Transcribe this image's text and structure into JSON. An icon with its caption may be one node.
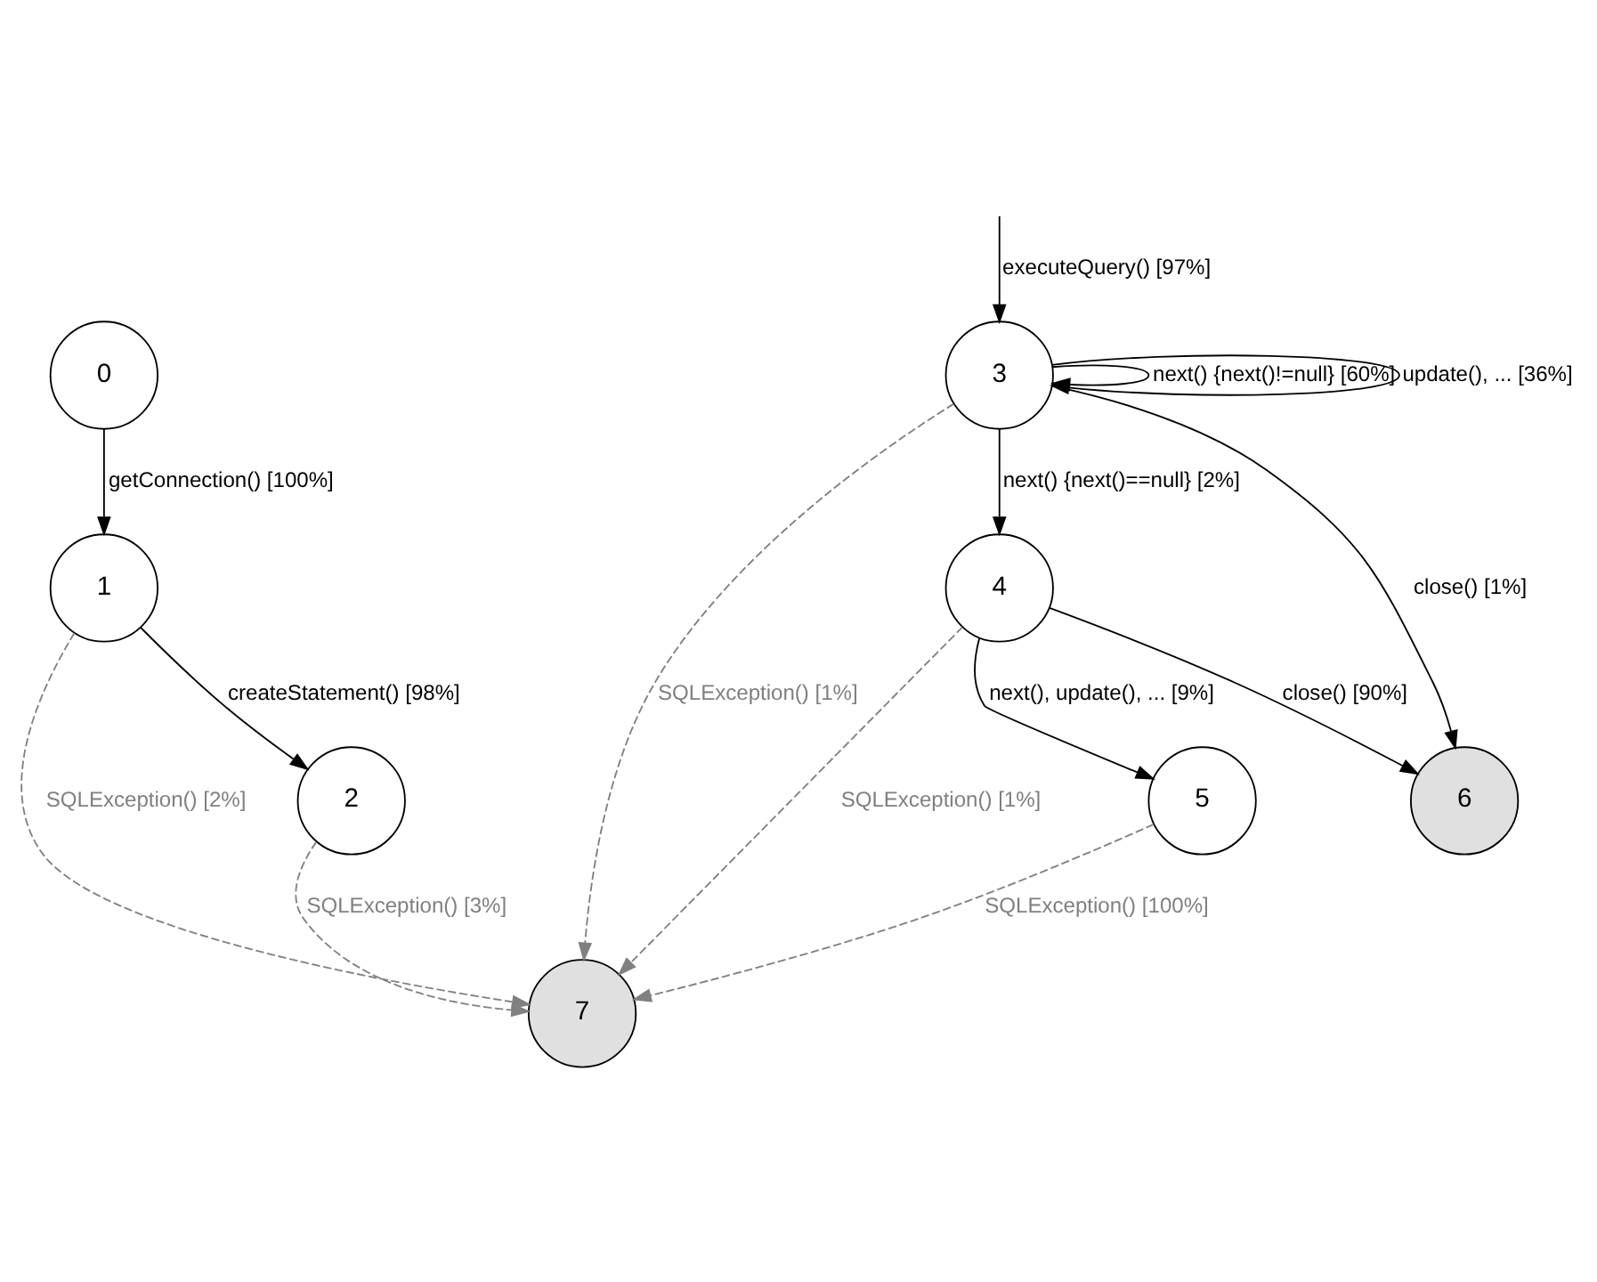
{
  "diagram": {
    "nodes": [
      {
        "text": [
          "0"
        ]
      },
      {
        "text": [
          "1"
        ]
      },
      {
        "text": [
          "2"
        ]
      },
      {
        "text": [
          "3"
        ]
      },
      {
        "text": [
          "4"
        ]
      },
      {
        "text": [
          "5"
        ]
      },
      {
        "text": [
          "6"
        ]
      },
      {
        "text": [
          "7"
        ]
      }
    ],
    "edges": [
      {
        "from": 0,
        "to": 1,
        "arrow": "to",
        "label": "getConnection() [100%]"
      },
      {
        "from": 1,
        "to": 2,
        "arrow": "to",
        "label": "createStatement() [98%]"
      },
      {
        "from": 1,
        "to": 7,
        "arrow": "to",
        "label": "SQLException() [2%]",
        "style": "dashed",
        "color": "#808080"
      },
      {
        "from": 2,
        "to": 7,
        "arrow": "to",
        "label": "SQLException() [3%]",
        "style": "dashed",
        "color": "#808080"
      },
      {
        "from": null,
        "to": 3,
        "arrow": "to",
        "label": "executeQuery() [97%]"
      },
      {
        "from": 3,
        "to": 3,
        "arrow": "to",
        "label": "next() {next()!=null} [60%]"
      },
      {
        "from": 3,
        "to": 3,
        "arrow": "to",
        "label": "update(), ... [36%]"
      },
      {
        "from": 3,
        "to": 7,
        "arrow": "to",
        "label": "SQLException() [1%]",
        "style": "dashed",
        "color": "#808080"
      },
      {
        "from": 3,
        "to": 6,
        "arrow": "to",
        "label": "close() [1%]"
      },
      {
        "from": 3,
        "to": 4,
        "arrow": "to",
        "label": "next() {next()==null} [2%]"
      },
      {
        "from": 4,
        "to": 6,
        "arrow": "to",
        "label": "close() [90%]"
      },
      {
        "from": 4,
        "to": 7,
        "arrow": "to",
        "label": "SQLException() [1%]",
        "style": "dashed",
        "color": "#808080"
      },
      {
        "from": 4,
        "to": 5,
        "arrow": "to",
        "label": "next(), update(), ... [9%]"
      },
      {
        "from": 5,
        "to": 7,
        "arrow": "to",
        "label": "SQLException() [100%]",
        "style": "dashed",
        "color": "#808080"
      }
    ]
  }
}
